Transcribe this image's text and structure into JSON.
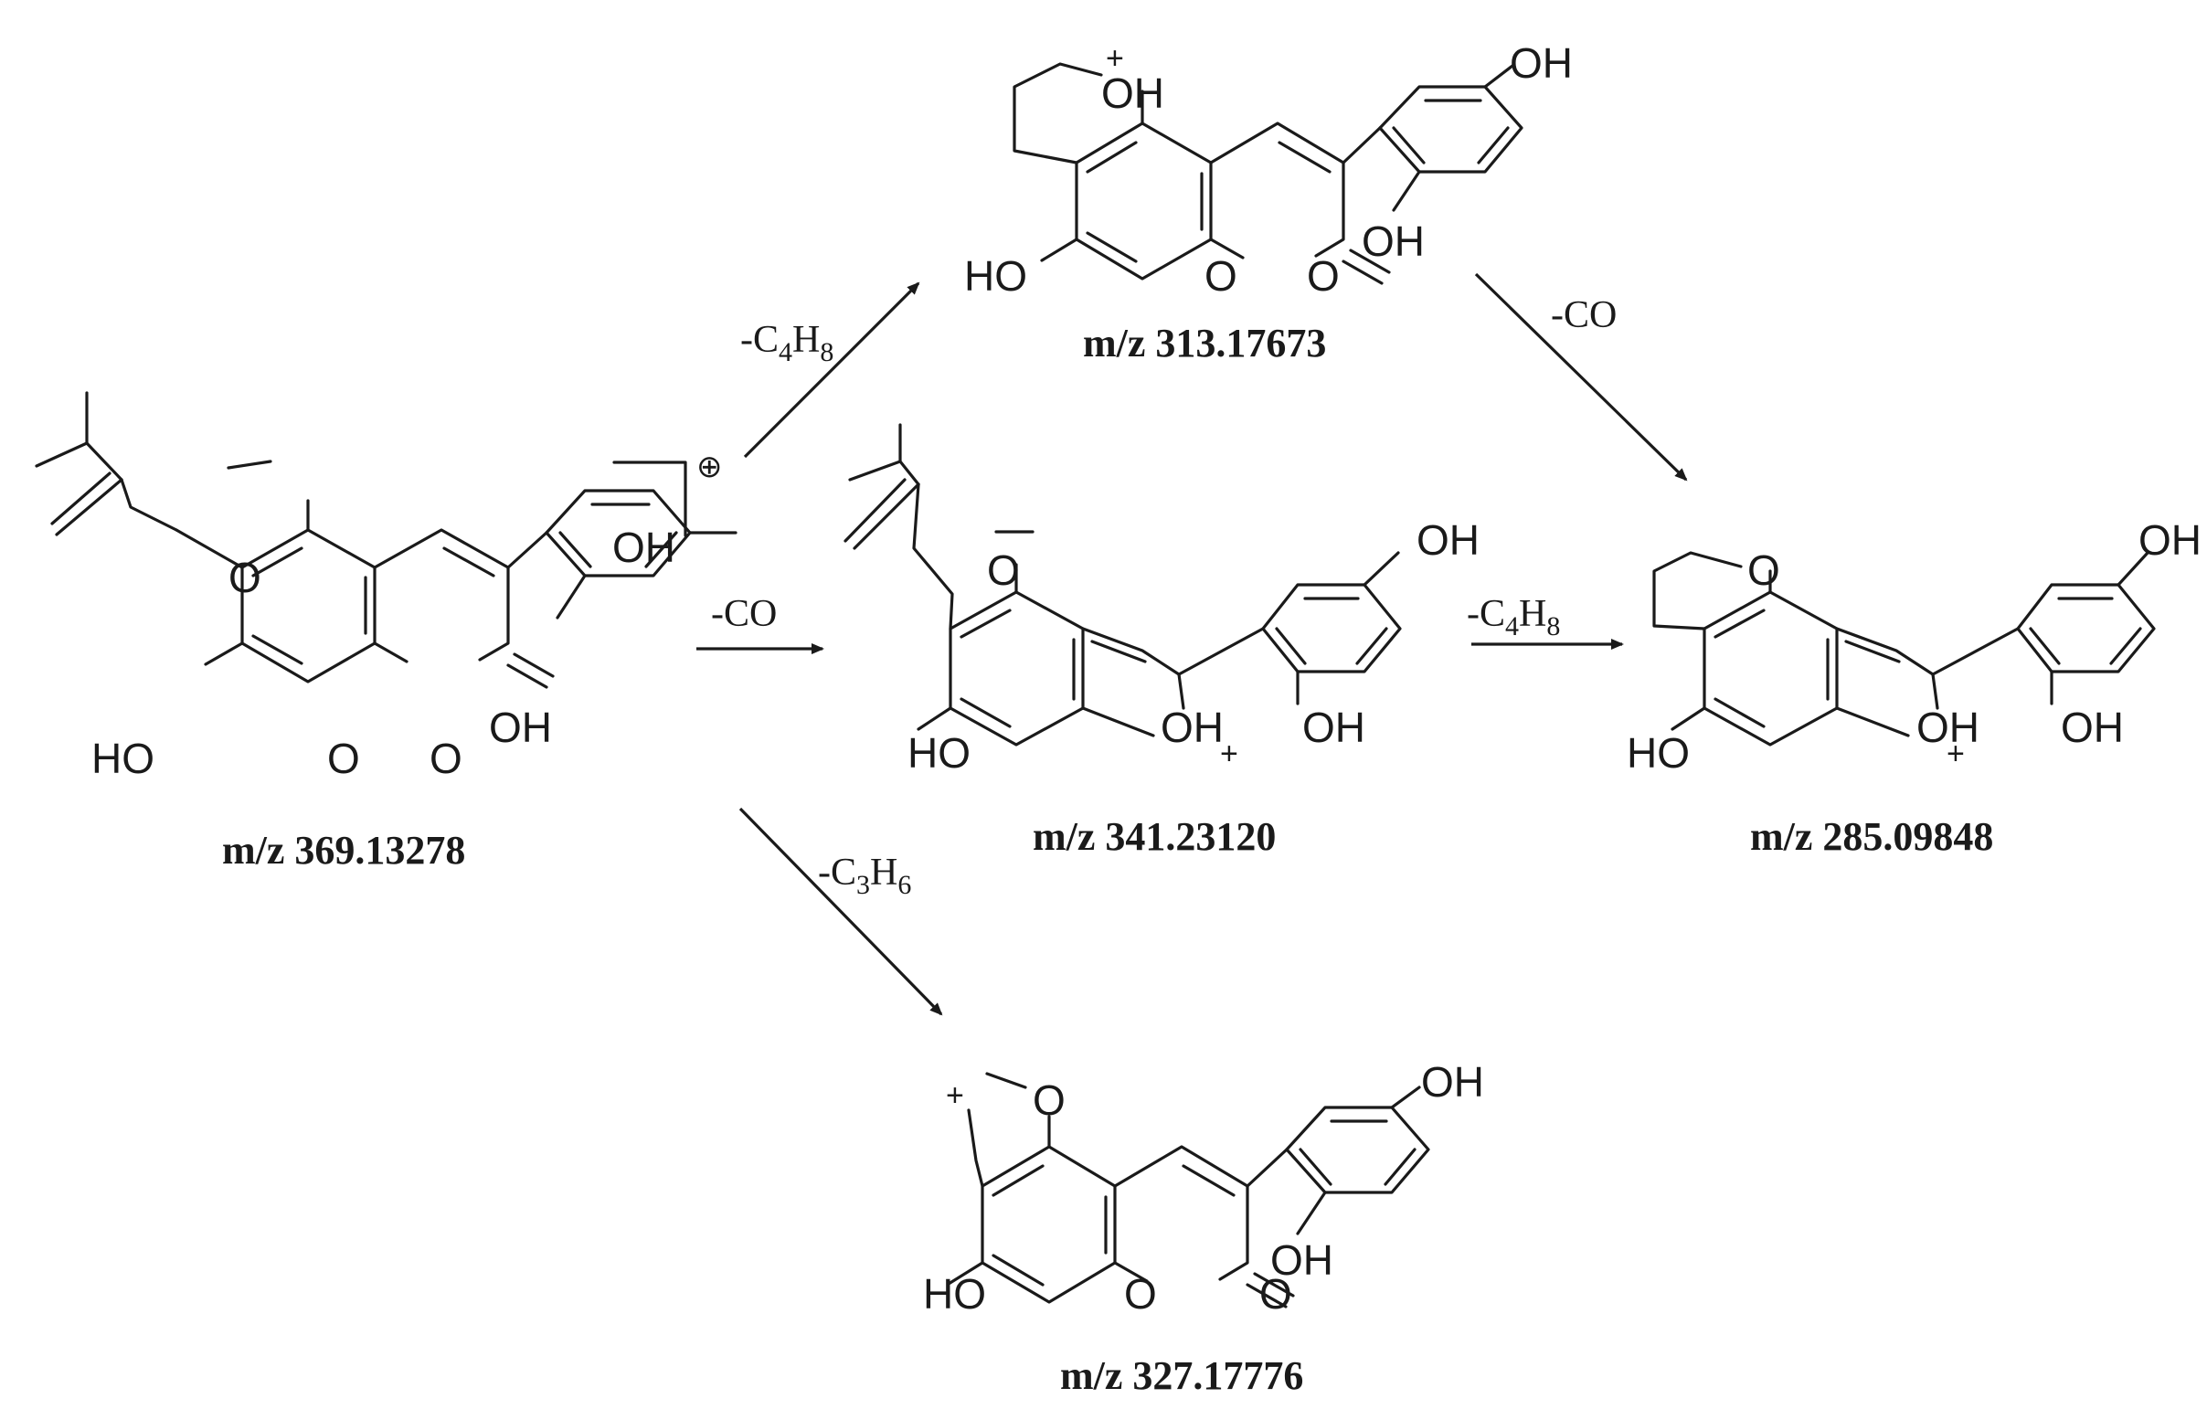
{
  "figure": {
    "background": "#ffffff",
    "ink": "#1a1a1a"
  },
  "compounds": {
    "parent": {
      "mz": "m/z 369.13278",
      "hydroxyl_top": "OH",
      "hydroxyl_ortho": "OH",
      "hydroxyl_left": "HO",
      "ring_oxygen": "O",
      "carbonyl_oxygen": "O",
      "methoxy_oxygen": "O",
      "radical_cation": "⊕"
    },
    "p313": {
      "mz": "m/z 313.17673",
      "oxonium": "OH",
      "oxonium_charge": "+",
      "hydroxyl_top": "OH",
      "hydroxyl_ortho": "OH",
      "hydroxyl_left": "HO",
      "ring_oxygen": "O",
      "carbonyl_oxygen": "O"
    },
    "p341": {
      "mz": "m/z 341.23120",
      "oxonium": "OH",
      "oxonium_charge": "+",
      "hydroxyl_top": "OH",
      "hydroxyl_ortho": "OH",
      "hydroxyl_left": "HO",
      "methoxy_oxygen": "O"
    },
    "p285": {
      "mz": "m/z 285.09848",
      "oxonium": "OH",
      "oxonium_charge": "+",
      "hydroxyl_top": "OH",
      "hydroxyl_ortho": "OH",
      "hydroxyl_left": "HO",
      "furan_oxygen": "O"
    },
    "p327": {
      "mz": "m/z 327.17776",
      "carbocation": "+",
      "hydroxyl_top": "OH",
      "hydroxyl_ortho": "OH",
      "hydroxyl_left": "HO",
      "ring_oxygen": "O",
      "carbonyl_oxygen": "O",
      "methoxy_oxygen": "O"
    }
  },
  "transitions": {
    "to_313": {
      "prefix": "-C",
      "n1": "4",
      "mid": "H",
      "n2": "8"
    },
    "to_341": {
      "label": "-CO"
    },
    "to_327": {
      "prefix": "-C",
      "n1": "3",
      "mid": "H",
      "n2": "6"
    },
    "313_to_285": {
      "label": "-CO"
    },
    "341_to_285": {
      "prefix": "-C",
      "n1": "4",
      "mid": "H",
      "n2": "8"
    }
  }
}
